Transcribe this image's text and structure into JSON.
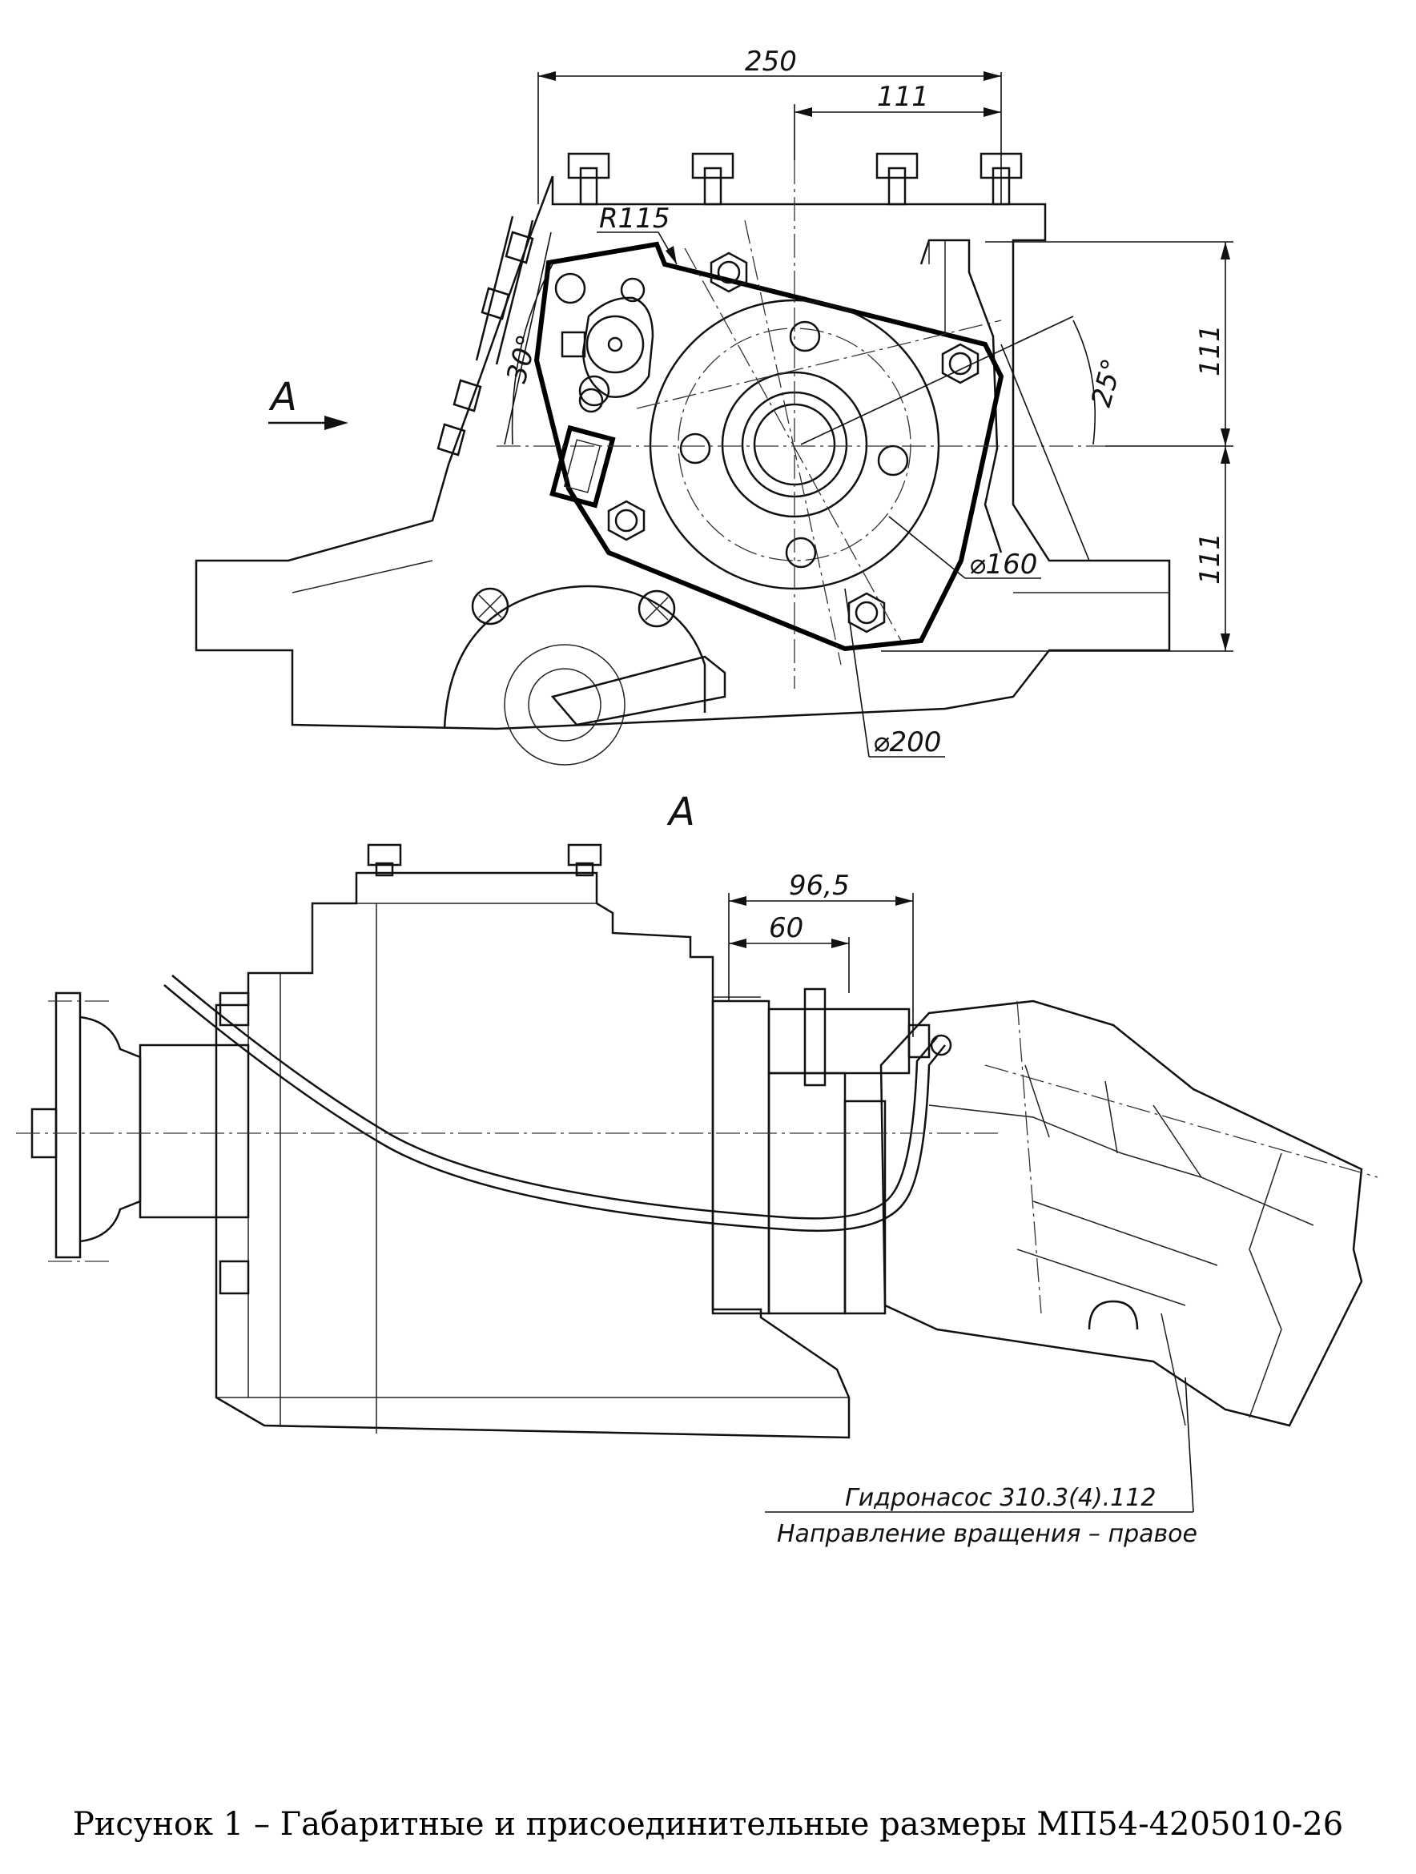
{
  "top_view": {
    "dim_250": "250",
    "dim_111_top": "111",
    "dim_111_right_upper": "111",
    "dim_111_right_lower": "111",
    "radius_label": "R115",
    "angle_30": "30°",
    "angle_25": "25°",
    "dia_160": "⌀160",
    "dia_200": "⌀200",
    "view_arrow_label": "A"
  },
  "side_view": {
    "view_title": "A",
    "dim_96_5": "96,5",
    "dim_60": "60",
    "pump_label": "Гидронасос 310.3(4).112",
    "rotation_label": "Направление вращения – правое"
  },
  "caption": "Рисунок 1 – Габаритные и присоединительные размеры МП54-4205010-26"
}
